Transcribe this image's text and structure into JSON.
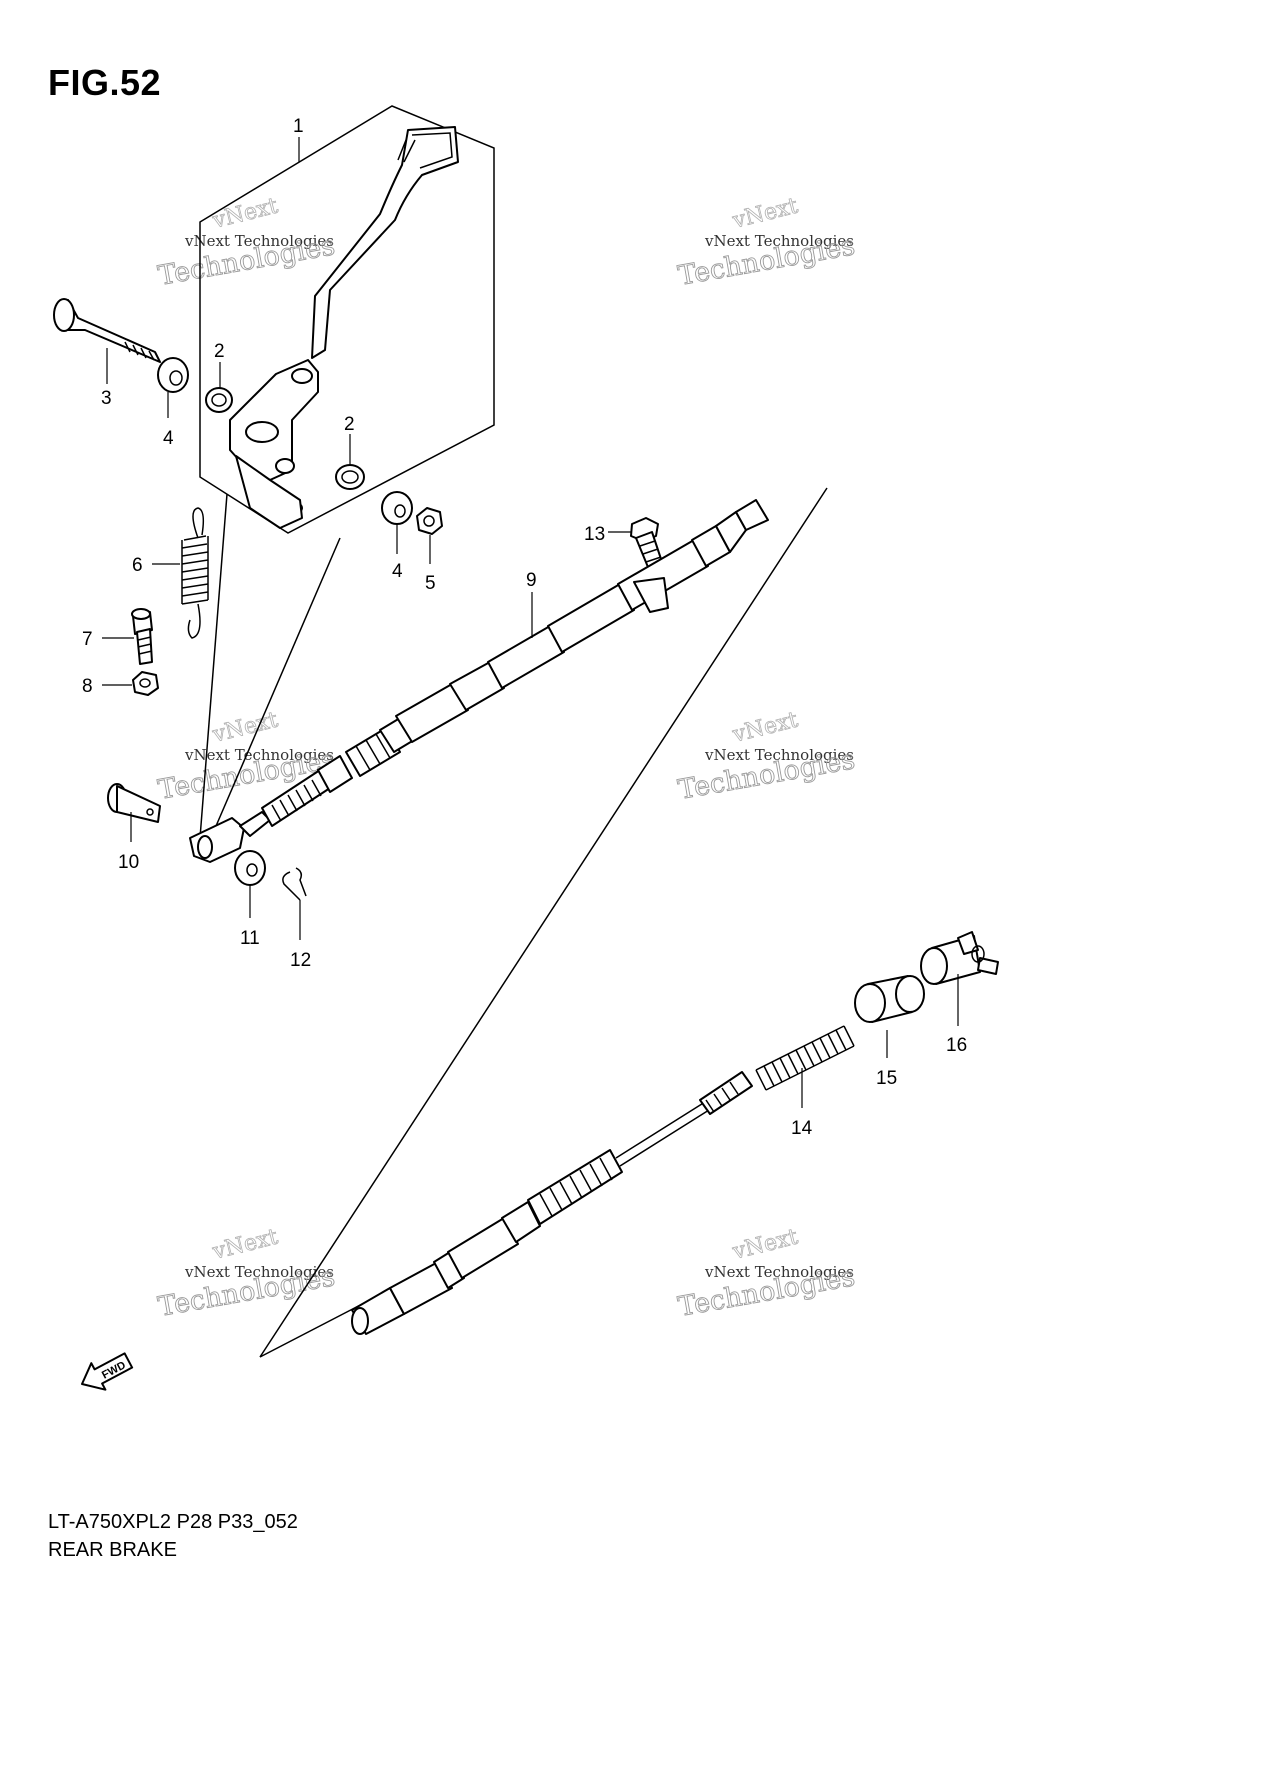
{
  "figure": {
    "title": "FIG.52"
  },
  "callouts": [
    "1",
    "2",
    "2",
    "3",
    "4",
    "4",
    "5",
    "6",
    "7",
    "8",
    "9",
    "10",
    "11",
    "12",
    "13",
    "14",
    "15",
    "16"
  ],
  "watermark": {
    "line1": "vNext Technologies",
    "line2": "Technologies",
    "line3": "vNext"
  },
  "fwd_label": "FWD",
  "footer": {
    "model_code": "LT-A750XPL2 P28 P33_052",
    "caption": "REAR BRAKE"
  }
}
